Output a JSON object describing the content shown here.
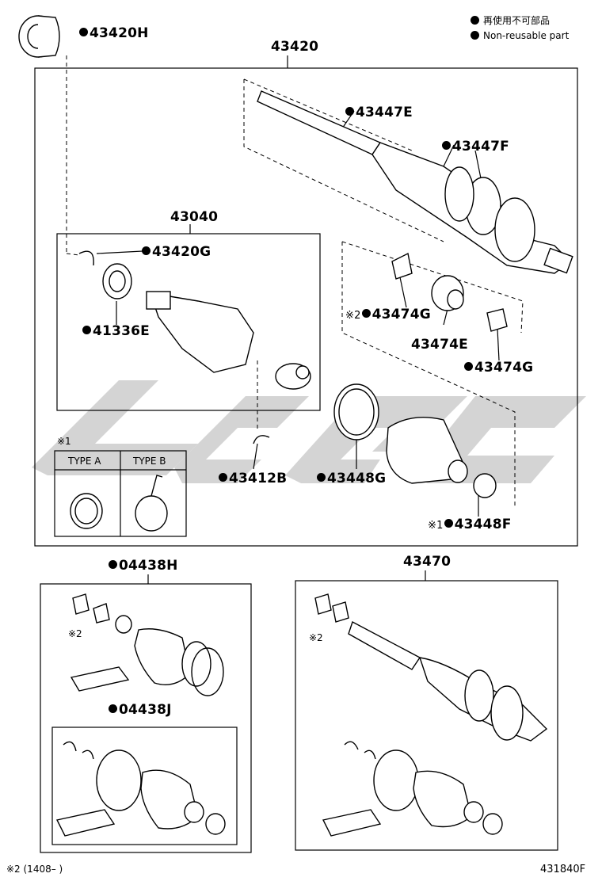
{
  "legend": {
    "jp": "再使用不可部品",
    "en": "Non-reusable part"
  },
  "colors": {
    "line": "#000000",
    "watermark": "#d2d2d2",
    "fill": "#ffffff"
  },
  "labels": {
    "p43420H": "43420H",
    "p43420": "43420",
    "p43447E": "43447E",
    "p43447F": "43447F",
    "p43040": "43040",
    "p43420G": "43420G",
    "p41336E": "41336E",
    "p43474G_a": "43474G",
    "p43474E": "43474E",
    "p43474G_b": "43474G",
    "p43412B": "43412B",
    "p43448G": "43448G",
    "p43448F": "43448F",
    "p04438H": "04438H",
    "p04438J": "04438J",
    "p43470": "43470"
  },
  "marks": {
    "note1": "※1",
    "note2": "※2"
  },
  "type_box": {
    "title": "※1",
    "type_a": "TYPE A",
    "type_b": "TYPE B"
  },
  "footer": {
    "note": "※2 (1408–    )",
    "diagram_id": "431840F"
  }
}
